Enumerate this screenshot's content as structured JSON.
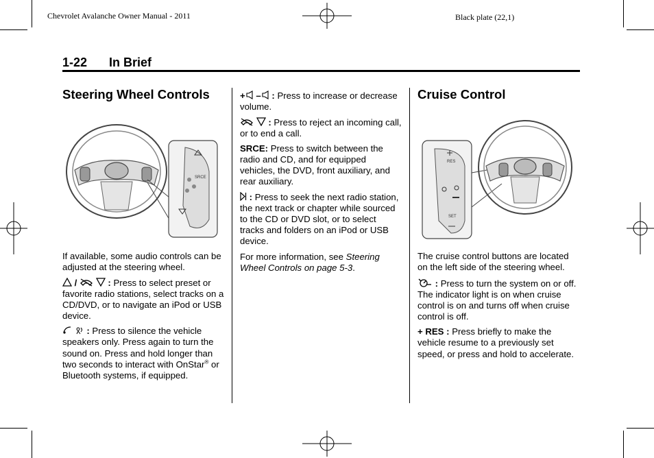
{
  "header": {
    "doc_title": "Chevrolet Avalanche Owner Manual - 2011",
    "plate": "Black plate (22,1)"
  },
  "section": {
    "page_number": "1-22",
    "title": "In Brief"
  },
  "col1": {
    "heading": "Steering Wheel Controls",
    "intro": "If available, some audio controls can be adjusted at the steering wheel.",
    "item1_colon": ":",
    "item1_text": "Press to select preset or favorite radio stations, select tracks on a CD/DVD, or to navigate an iPod or USB device.",
    "item2_colon": ":",
    "item2_text_a": "Press to silence the vehicle speakers only. Press again to turn the sound on. Press and hold longer than two seconds to interact with OnStar",
    "item2_reg": "®",
    "item2_text_b": "or Bluetooth systems, if equipped."
  },
  "col2": {
    "vol_plus": "+",
    "vol_minus": "–",
    "vol_colon": ":",
    "vol_text": "Press to increase or decrease volume.",
    "end_colon": ":",
    "end_text": "Press to reject an incoming call, or to end a call.",
    "srce_label": "SRCE:",
    "srce_text": "Press to switch between the radio and CD, and for equipped vehicles, the DVD, front auxiliary, and rear auxiliary.",
    "seek_colon": ":",
    "seek_text": "Press to seek the next radio station, the next track or chapter while sourced to the CD or DVD slot, or to select tracks and folders on an iPod or USB device.",
    "more_text": "For more information, see",
    "more_link": "Steering Wheel Controls on page 5-3",
    "more_end": "."
  },
  "col3": {
    "heading": "Cruise Control",
    "intro": "The cruise control buttons are located on the left side of the steering wheel.",
    "cruise_colon": ":",
    "cruise_text": "Press to turn the system on or off. The indicator light is on when cruise control is on and turns off when cruise control is off.",
    "res_label": "+ RES :",
    "res_text": "Press briefly to make the vehicle resume to a previously set speed, or press and hold to accelerate."
  },
  "figure_labels": {
    "srce": "SRCE",
    "res": "RES",
    "set": "SET"
  }
}
